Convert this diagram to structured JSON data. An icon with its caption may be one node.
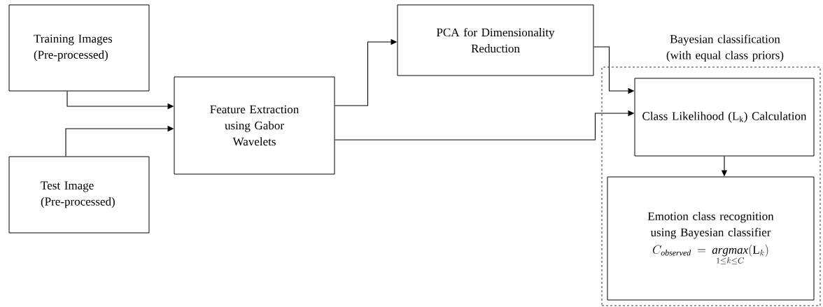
{
  "diagram": {
    "nodes": [
      {
        "text": [
          "Training Images (Pre-processed)"
        ]
      },
      {
        "text": [
          "Test Image (Pre-processed)"
        ]
      },
      {
        "text": [
          "Feature Extraction using Gabor Wavelets"
        ]
      },
      {
        "text": [
          "PCA for Dimensionality Reduction"
        ]
      },
      {
        "text": [
          "Bayesian classification (with equal class priors)"
        ]
      },
      {
        "text": [
          "Class Likelihood (L$_{k}$) Calculation"
        ],
        "in": 4
      },
      {
        "text": [
          "Emotion class recognition using Bayesian classifier",
          "C_{\\mathit{observed}} = \\mathop{\\mathit{argmax}}\\limits_{1\\le k\\le C}(\\mathrm{L}_{k})"
        ],
        "in": 4
      }
    ],
    "edges": [
      {
        "from": 0,
        "to": 2,
        "arrow": "to"
      },
      {
        "from": 1,
        "to": 2,
        "arrow": "to"
      },
      {
        "from": 2,
        "to": 3,
        "arrow": "to"
      },
      {
        "from": 2,
        "to": 5,
        "arrow": "to"
      },
      {
        "from": 3,
        "to": 5,
        "arrow": "to"
      },
      {
        "from": 5,
        "to": 6,
        "arrow": "to"
      }
    ]
  }
}
